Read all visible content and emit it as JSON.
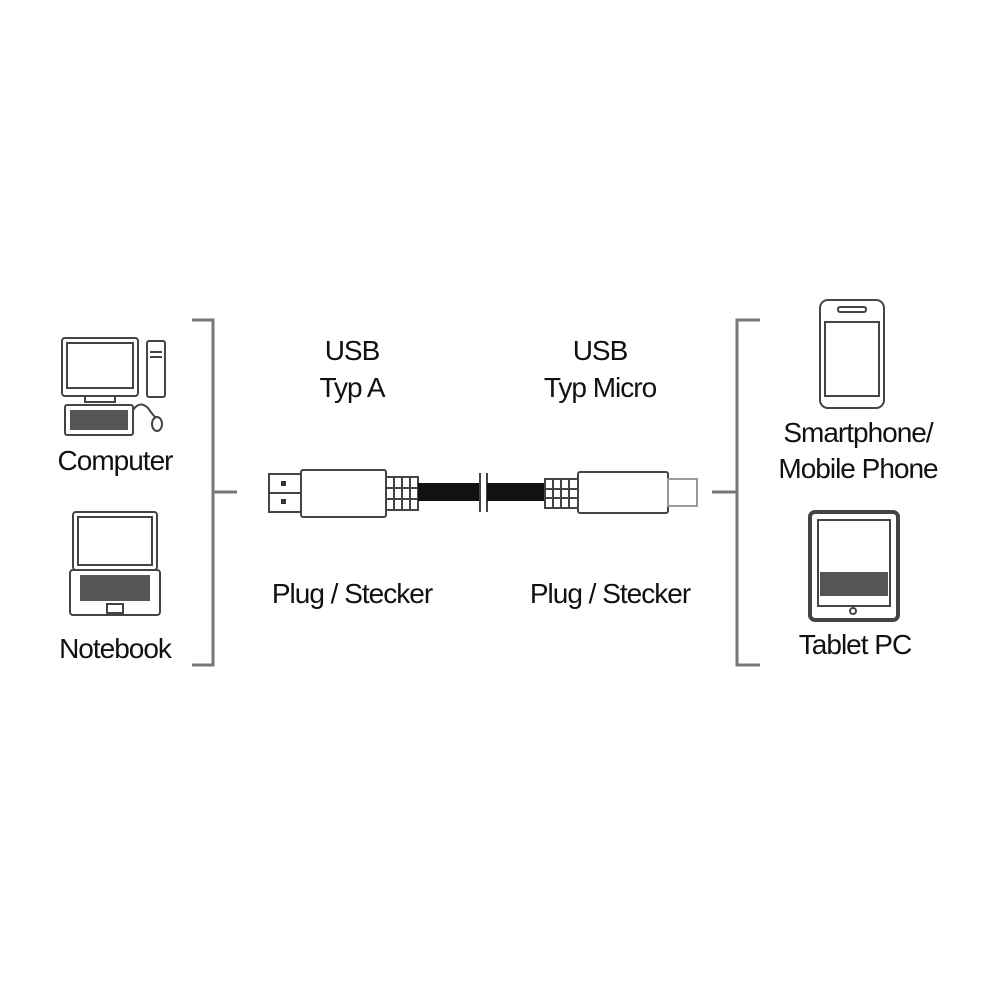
{
  "left_devices": {
    "computer": "Computer",
    "notebook": "Notebook"
  },
  "connector_a": {
    "line1": "USB",
    "line2": "Typ A",
    "plug": "Plug / Stecker"
  },
  "connector_b": {
    "line1": "USB",
    "line2": "Typ Micro",
    "plug": "Plug / Stecker"
  },
  "right_devices": {
    "smartphone_line1": "Smartphone/",
    "smartphone_line2": "Mobile Phone",
    "tablet": "Tablet PC"
  },
  "colors": {
    "line": "#555555",
    "text": "#111111",
    "cable": "#111111"
  }
}
